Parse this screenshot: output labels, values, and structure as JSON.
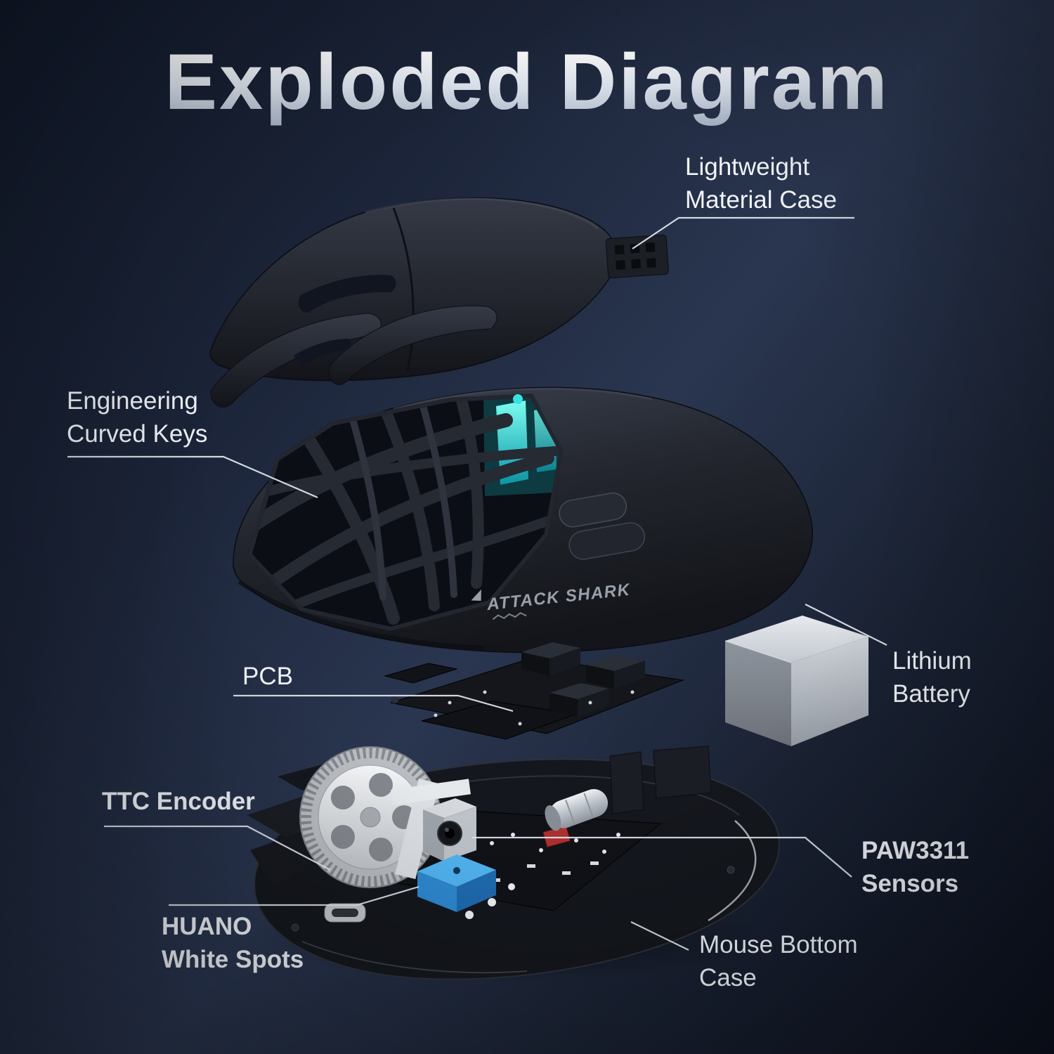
{
  "title": "Exploded Diagram",
  "brand": "ATTACK SHARK",
  "labels": {
    "lightweight_case": [
      "Lightweight",
      "Material Case"
    ],
    "curved_keys": [
      "Engineering",
      "Curved Keys"
    ],
    "pcb": "PCB",
    "lithium_battery": [
      "Lithium",
      "Battery"
    ],
    "ttc_encoder": "TTC Encoder",
    "paw_sensors": [
      "PAW3311",
      "Sensors"
    ],
    "huano": [
      "HUANO",
      "White Spots"
    ],
    "bottom_case": [
      "Mouse Bottom",
      "Case"
    ]
  },
  "colors": {
    "background_top": "#2a3650",
    "background_deep": "#0d1220",
    "text": "#f1f4f9",
    "callout_line": "#e3e8f0",
    "accent_cyan": "#35e4e0",
    "battery_silver": "#c2c8cf",
    "switch_blue": "#45a8ee",
    "shell_dark": "#23262e"
  }
}
